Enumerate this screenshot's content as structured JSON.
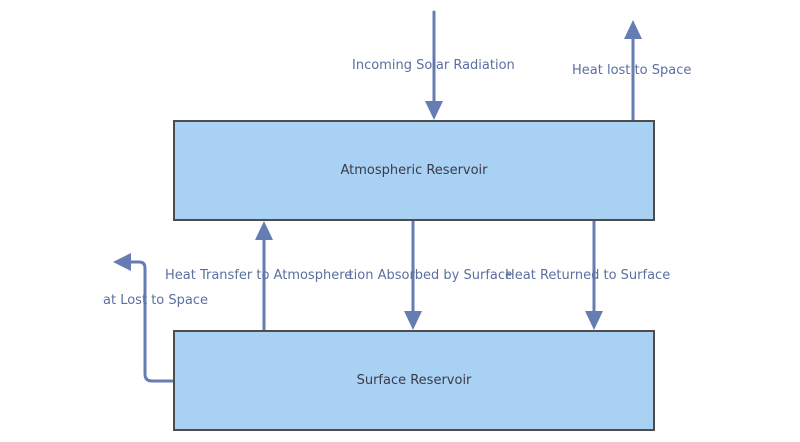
{
  "reservoirs": {
    "atmospheric": "Atmospheric Reservoir",
    "surface": "Surface Reservoir"
  },
  "flows": {
    "incoming_solar": "Incoming Solar Radiation",
    "heat_lost_top": "Heat lost to Space",
    "heat_transfer": "Heat Transfer to Atmosphere",
    "absorbed": "Radiation Absorbed by Surface",
    "returned": "Heat Returned to Surface",
    "heat_lost_side": "Heat Lost to Space"
  },
  "colors": {
    "box_fill": "#a8d1f4",
    "box_border": "#4d4d4d",
    "arrow": "#667db3",
    "label": "#5b6fa0"
  }
}
